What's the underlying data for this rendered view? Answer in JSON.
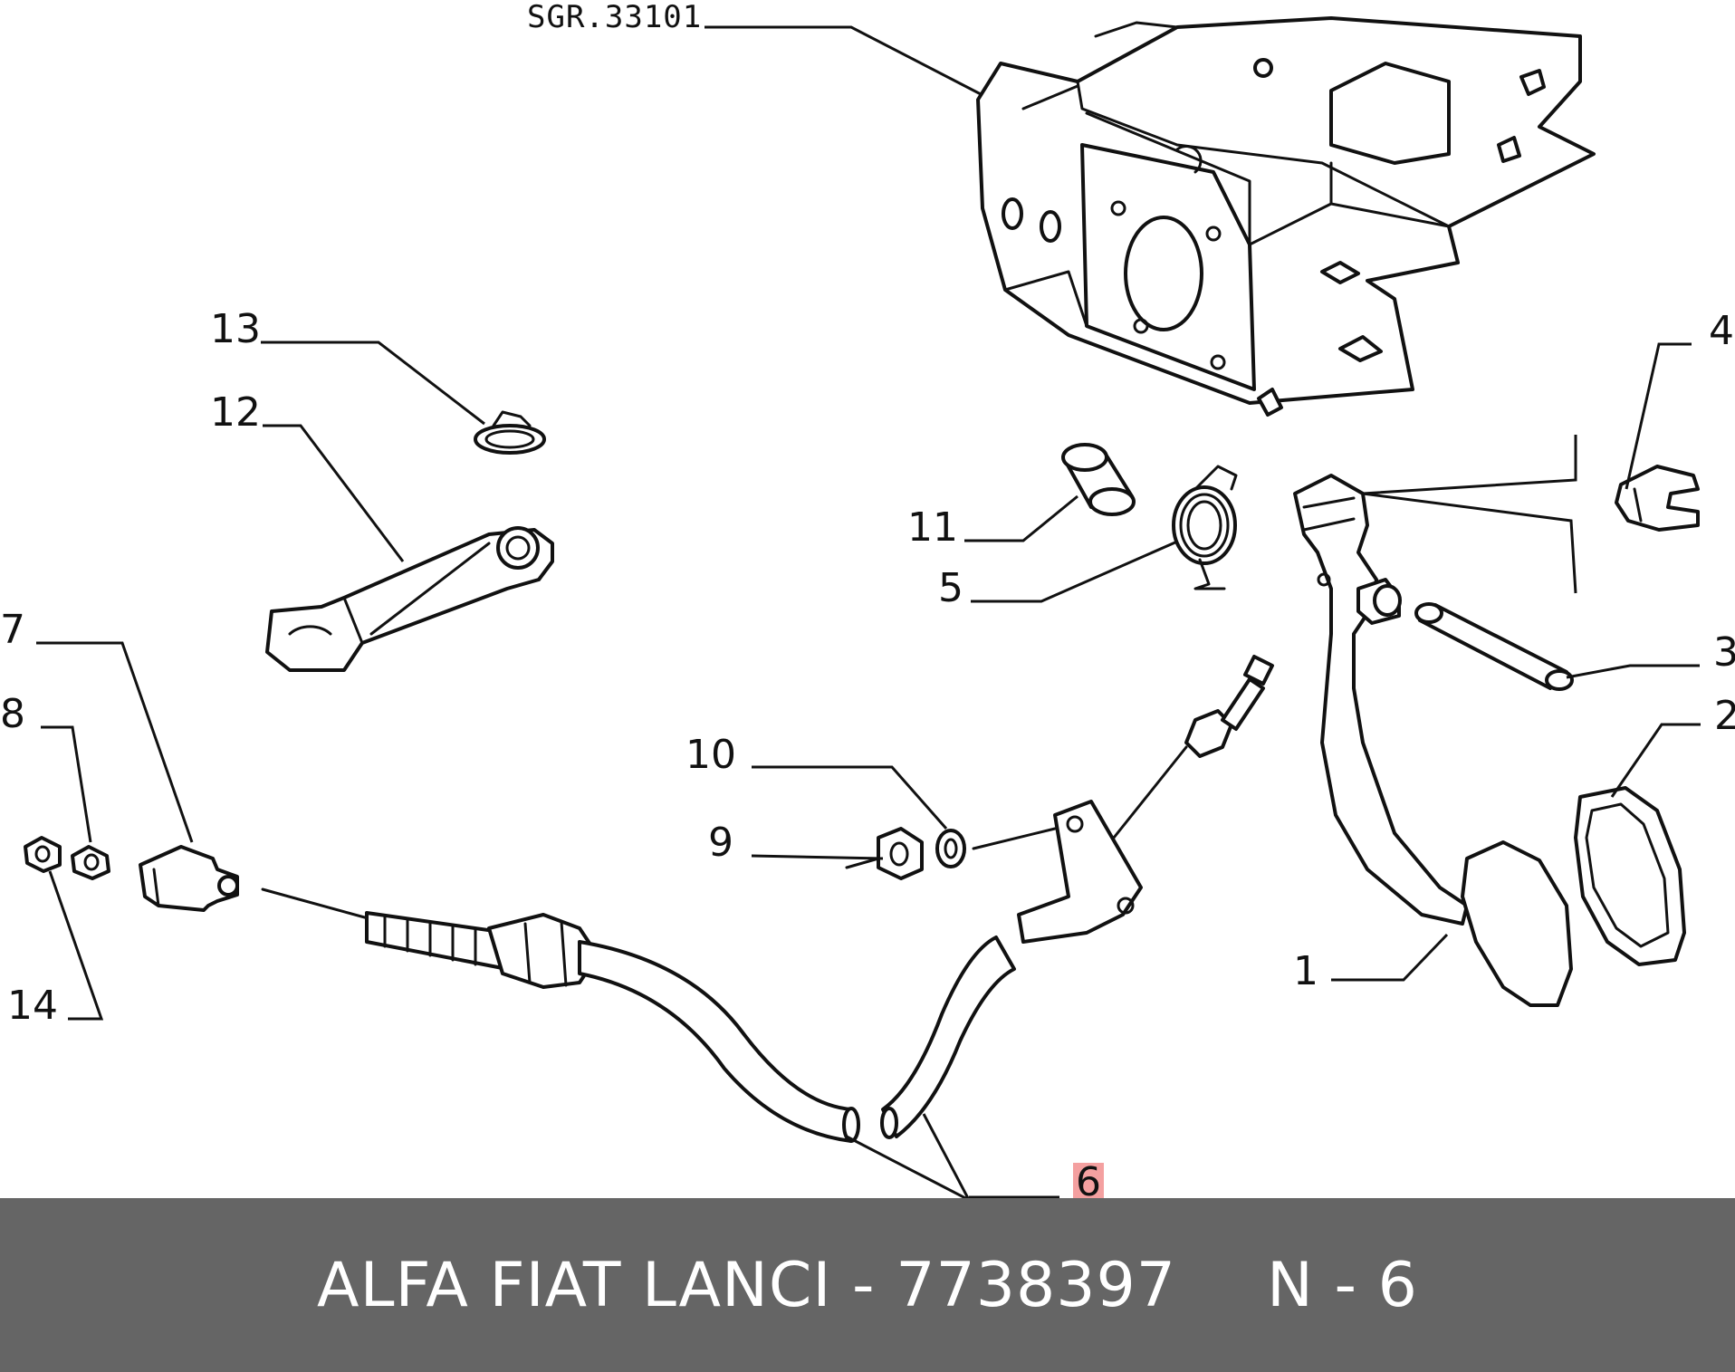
{
  "diagram": {
    "reference_code": "SGR.33101",
    "callouts": {
      "p1": "1",
      "p2": "2",
      "p3": "3",
      "p4": "4",
      "p5": "5",
      "p6": "6",
      "p7": "7",
      "p8": "8",
      "p9": "9",
      "p10": "10",
      "p11": "11",
      "p12": "12",
      "p13": "13",
      "p14": "14"
    },
    "highlighted_callout": "6",
    "highlight_color": "#f4a0a0"
  },
  "footer": {
    "brand": "ALFA FIAT LANCI",
    "separator": "-",
    "part_number": "7738397",
    "position_label": "N - 6",
    "background": "#656565",
    "text_color": "#ffffff"
  }
}
